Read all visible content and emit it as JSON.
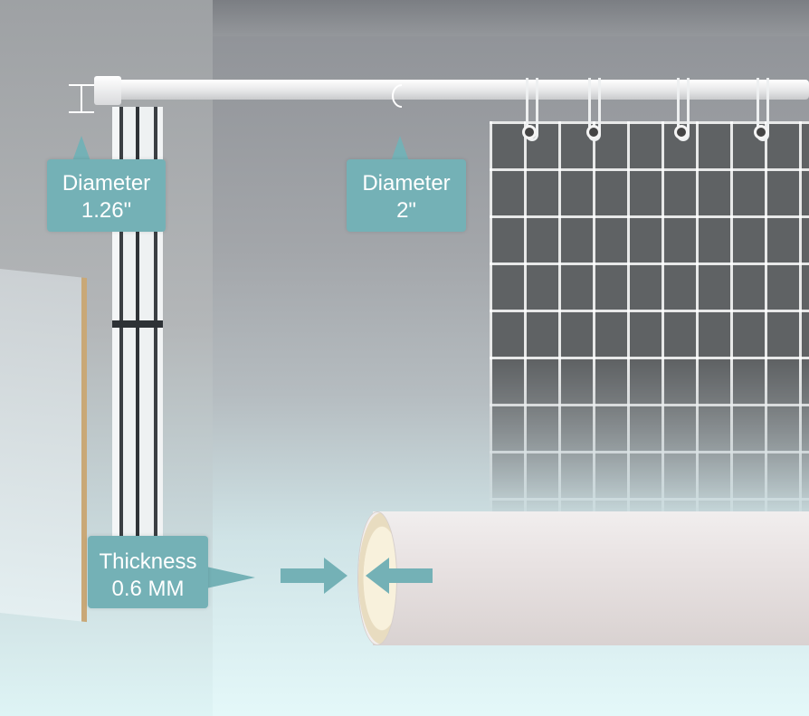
{
  "callouts": {
    "rod_end": {
      "line1": "Diameter",
      "line2": "1.26\""
    },
    "rod_mid": {
      "line1": "Diameter",
      "line2": "2\""
    },
    "tube": {
      "line1": "Thickness",
      "line2": "0.6 MM"
    }
  },
  "colors": {
    "callout": "#74b1b6",
    "rod": "#ececec",
    "tube": "#e8e2e2"
  },
  "icons": {
    "diameter_mark": "i-beam-dimension",
    "curve_mark": "arc-dimension",
    "thickness_arrows": "arrow-right, arrow-left"
  }
}
